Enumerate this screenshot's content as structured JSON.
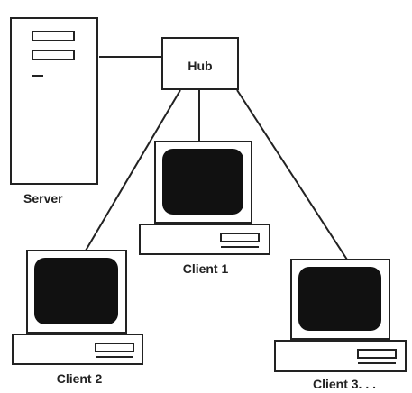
{
  "nodes": {
    "hub": {
      "label": "Hub"
    },
    "server": {
      "label": "Server"
    },
    "client1": {
      "label": "Client 1"
    },
    "client2": {
      "label": "Client 2"
    },
    "client3": {
      "label": "Client 3. . ."
    }
  },
  "colors": {
    "stroke": "#222222",
    "screen": "#111111",
    "background": "#ffffff"
  }
}
